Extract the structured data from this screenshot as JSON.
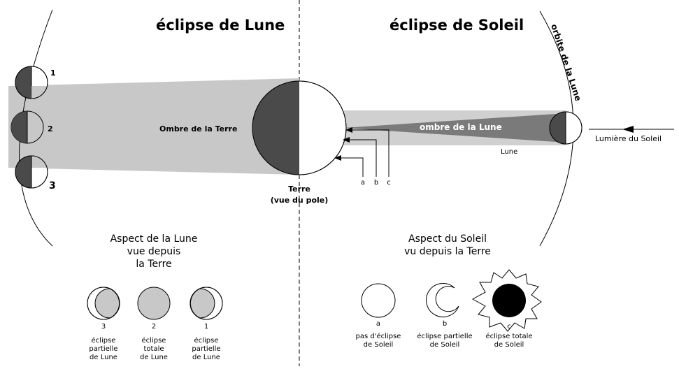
{
  "left_title": "éclipse de Lune",
  "right_title": "éclipse de Soleil",
  "orbit_label": "orbite de la Lune",
  "earth_shadow_label": "Ombre  de la Terre",
  "moon_shadow_label": "ombre de la Lune",
  "moon_label": "Lune",
  "sunlight_label": "Lumière  du Soleil",
  "earth_label": [
    "Terre",
    "(vue du pole)"
  ],
  "moon_positions": [
    "1",
    "2",
    "3"
  ],
  "view_points": [
    "a",
    "b",
    "c"
  ],
  "moon_aspect_title": [
    "Aspect  de la Lune",
    "vue depuis",
    "la Terre"
  ],
  "sun_aspect_title": [
    "Aspect du Soleil",
    "vu depuis la Terre"
  ],
  "moon_phases": [
    {
      "number": "3",
      "caption": [
        "éclipse",
        "partielle",
        "de Lune"
      ]
    },
    {
      "number": "2",
      "caption": [
        "éclipse",
        "totale",
        "de Lune"
      ]
    },
    {
      "number": "1",
      "caption": [
        "éclipse",
        "partielle",
        "de Lune"
      ]
    }
  ],
  "sun_views": [
    {
      "letter": "a",
      "caption": [
        "pas d'éclipse",
        "de Soleil"
      ]
    },
    {
      "letter": "b",
      "caption": [
        "éclipse  partielle",
        "de Soleil"
      ]
    },
    {
      "letter": "c",
      "caption": [
        "éclipse  totale",
        "de Soleil"
      ]
    }
  ],
  "colors": {
    "dark": "#4a4a4a",
    "penumbra": "#c8c8c8",
    "umbra": "#7a7a7a",
    "shadow_cone": "#d0d0d0",
    "black": "#000000"
  }
}
